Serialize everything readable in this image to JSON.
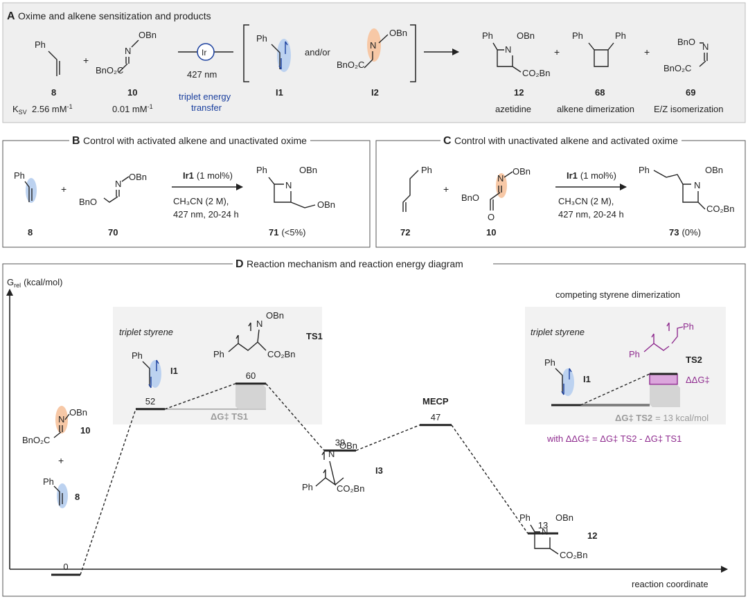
{
  "panel_a": {
    "letter": "A",
    "title": "Oxime and alkene sensitization and products",
    "styrene_ph": "Ph",
    "plus1": "+",
    "oxime_obn": "OBn",
    "oxime_n": "N",
    "oxime_ester": "BnO₂C",
    "ir": "Ir",
    "wavelength": "427 nm",
    "ete_line1": "triplet energy",
    "ete_line2": "transfer",
    "and_or": "and/or",
    "i2_obn": "OBn",
    "i2_n": "N",
    "i2_ester": "BnO₂C",
    "i1_ph": "Ph",
    "label_8": "8",
    "label_10": "10",
    "label_I1": "I1",
    "label_I2": "I2",
    "ksv_label": "K",
    "ksv_sub": "SV",
    "ksv_8": "2.56 mM",
    "ksv_10": "0.01 mM",
    "ksv_exp": "-1",
    "p12_ph": "Ph",
    "p12_n": "N",
    "p12_obn": "OBn",
    "p12_ester": "CO₂Bn",
    "plus2": "+",
    "p68_ph1": "Ph",
    "p68_ph2": "Ph",
    "plus3": "+",
    "p69_bno": "BnO",
    "p69_n": "N",
    "p69_ester": "BnO₂C",
    "label_12": "12",
    "label_68": "68",
    "label_69": "69",
    "desc_12": "azetidine",
    "desc_68": "alkene dimerization",
    "desc_69": "E/Z isomerization"
  },
  "panel_b": {
    "letter": "B",
    "title": "Control with activated alkene and unactivated oxime",
    "ph": "Ph",
    "plus": "+",
    "obn": "OBn",
    "n": "N",
    "bno": "BnO",
    "cat": "Ir1",
    "cat_load": "(1 mol%)",
    "cond1": "CH₃CN (2 M),",
    "cond2": "427 nm, 20-24 h",
    "p_ph": "Ph",
    "p_n": "N",
    "p_obn": "OBn",
    "p_obn2": "OBn",
    "label_8": "8",
    "label_70": "70",
    "label_71": "71",
    "yield_71": "(<5%)"
  },
  "panel_c": {
    "letter": "C",
    "title": "Control with unactivated alkene and activated oxime",
    "ph": "Ph",
    "plus": "+",
    "obn": "OBn",
    "n": "N",
    "bno": "BnO",
    "o": "O",
    "cat": "Ir1",
    "cat_load": "(1 mol%)",
    "cond1": "CH₃CN (2 M),",
    "cond2": "427 nm, 20-24 h",
    "p_ph": "Ph",
    "p_n": "N",
    "p_obn": "OBn",
    "p_ester": "CO₂Bn",
    "label_72": "72",
    "label_10": "10",
    "label_73": "73",
    "yield_73": "(0%)"
  },
  "panel_d": {
    "letter": "D",
    "title": "Reaction mechanism and reaction energy diagram",
    "y_axis": "G",
    "y_axis_sub": "rel",
    "y_axis_unit": "(kcal/mol)",
    "x_axis": "reaction coordinate",
    "triplet_styrene_1": "triplet styrene",
    "triplet_styrene_2": "triplet styrene",
    "competing": "competing styrene dimerization",
    "ts1_label": "TS1",
    "ts1_n": "N",
    "ts1_obn": "OBn",
    "ts1_ph": "Ph",
    "ts1_ester": "CO₂Bn",
    "ts2_label": "TS2",
    "ts2_ph1": "Ph",
    "ts2_ph2": "Ph",
    "i1_label_left": "I1",
    "i1_label_right": "I1",
    "i1_ph_left": "Ph",
    "i1_ph_right": "Ph",
    "i3_label": "I3",
    "i3_n": "N",
    "i3_obn": "OBn",
    "i3_ph": "Ph",
    "i3_ester": "CO₂Bn",
    "r10_obn": "OBn",
    "r10_n": "N",
    "r10_ester": "BnO₂C",
    "r10_label": "10",
    "r_plus": "+",
    "r8_ph": "Ph",
    "r8_label": "8",
    "p12_ph": "Ph",
    "p12_n": "N",
    "p12_obn": "OBn",
    "p12_ester": "CO₂Bn",
    "p12_label": "12",
    "mecp": "MECP",
    "dg_ts1": "ΔG‡ TS1",
    "dg_ts2_prefix": "ΔG‡ TS2",
    "dg_ts2_value": "= 13 kcal/mol",
    "ddg": "ΔΔG‡",
    "with_eq": "with ΔΔG‡ = ΔG‡ TS2 - ΔG‡ TS1",
    "levels": [
      {
        "name": "start",
        "value": 0,
        "label": "0"
      },
      {
        "name": "I1",
        "value": 52,
        "label": "52"
      },
      {
        "name": "TS1",
        "value": 60,
        "label": "60"
      },
      {
        "name": "I3",
        "value": 39,
        "label": "39"
      },
      {
        "name": "MECP",
        "value": 47,
        "label": "47"
      },
      {
        "name": "12",
        "value": 13,
        "label": "13"
      }
    ]
  },
  "colors": {
    "accent_blue": "#1a3f9e",
    "blue_glow": "#bcd2f0",
    "orange_glow": "#f7c8a6",
    "orange_text": "#e8842b",
    "purple": "#8e2a8e",
    "purple_fill": "#dba6dc",
    "gray_box": "#f2f2f2",
    "ts_fill": "#d4d4d4"
  }
}
